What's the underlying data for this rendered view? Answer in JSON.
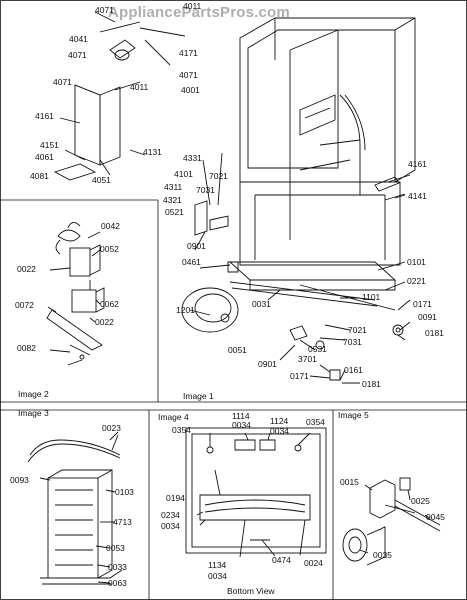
{
  "watermark": "AppliancePartsPros.com",
  "panels": {
    "image1": "Image 1",
    "image2": "Image 2",
    "image3": "Image 3",
    "image4": "Image 4",
    "image5": "Image 5",
    "bottom_view": "Bottom View"
  },
  "part_labels": {
    "p4071a": "4071",
    "p4011a": "4011",
    "p4041": "4041",
    "p4071b": "4071",
    "p4171": "4171",
    "p4071c": "4071",
    "p4001": "4001",
    "p4071d": "4071",
    "p4011b": "4011",
    "p4161a": "4161",
    "p4151": "4151",
    "p4061": "4061",
    "p4081": "4081",
    "p4131": "4131",
    "p4051": "4051",
    "p4331": "4331",
    "p4101": "4101",
    "p4311": "4311",
    "p4321": "4321",
    "p7031a": "7031",
    "p7021a": "7021",
    "p0521": "0521",
    "p0901a": "0901",
    "p0461": "0461",
    "p4161b": "4161",
    "p4141": "4141",
    "p0101": "0101",
    "p0221": "0221",
    "p1101": "1101",
    "p0031": "0031",
    "p1201": "1201",
    "p0051": "0051",
    "p0171a": "0171",
    "p0091": "0091",
    "p0181a": "0181",
    "p7021b": "7021",
    "p7031b": "7031",
    "p0531": "0531",
    "p0901b": "0901",
    "p3701": "3701",
    "p0171b": "0171",
    "p0161": "0161",
    "p0181b": "0181",
    "p0042": "0042",
    "p0052": "0052",
    "p0022a": "0022",
    "p0072": "0072",
    "p0062": "0062",
    "p0022b": "0022",
    "p0082": "0082",
    "p0023": "0023",
    "p0093": "0093",
    "p0103": "0103",
    "p4713": "4713",
    "p0053": "0053",
    "p0033": "0033",
    "p0063": "0063",
    "p1114": "1114",
    "p0034a": "0034",
    "p1124": "1124",
    "p0034b": "0034",
    "p0354a": "0354",
    "p0354b": "0354",
    "p0194": "0194",
    "p0234": "0234",
    "p0034c": "0034",
    "p1134": "1134",
    "p0034d": "0034",
    "p0474": "0474",
    "p0024": "0024",
    "p0015": "0015",
    "p0025": "0025",
    "p0045": "0045",
    "p0035": "0035"
  }
}
